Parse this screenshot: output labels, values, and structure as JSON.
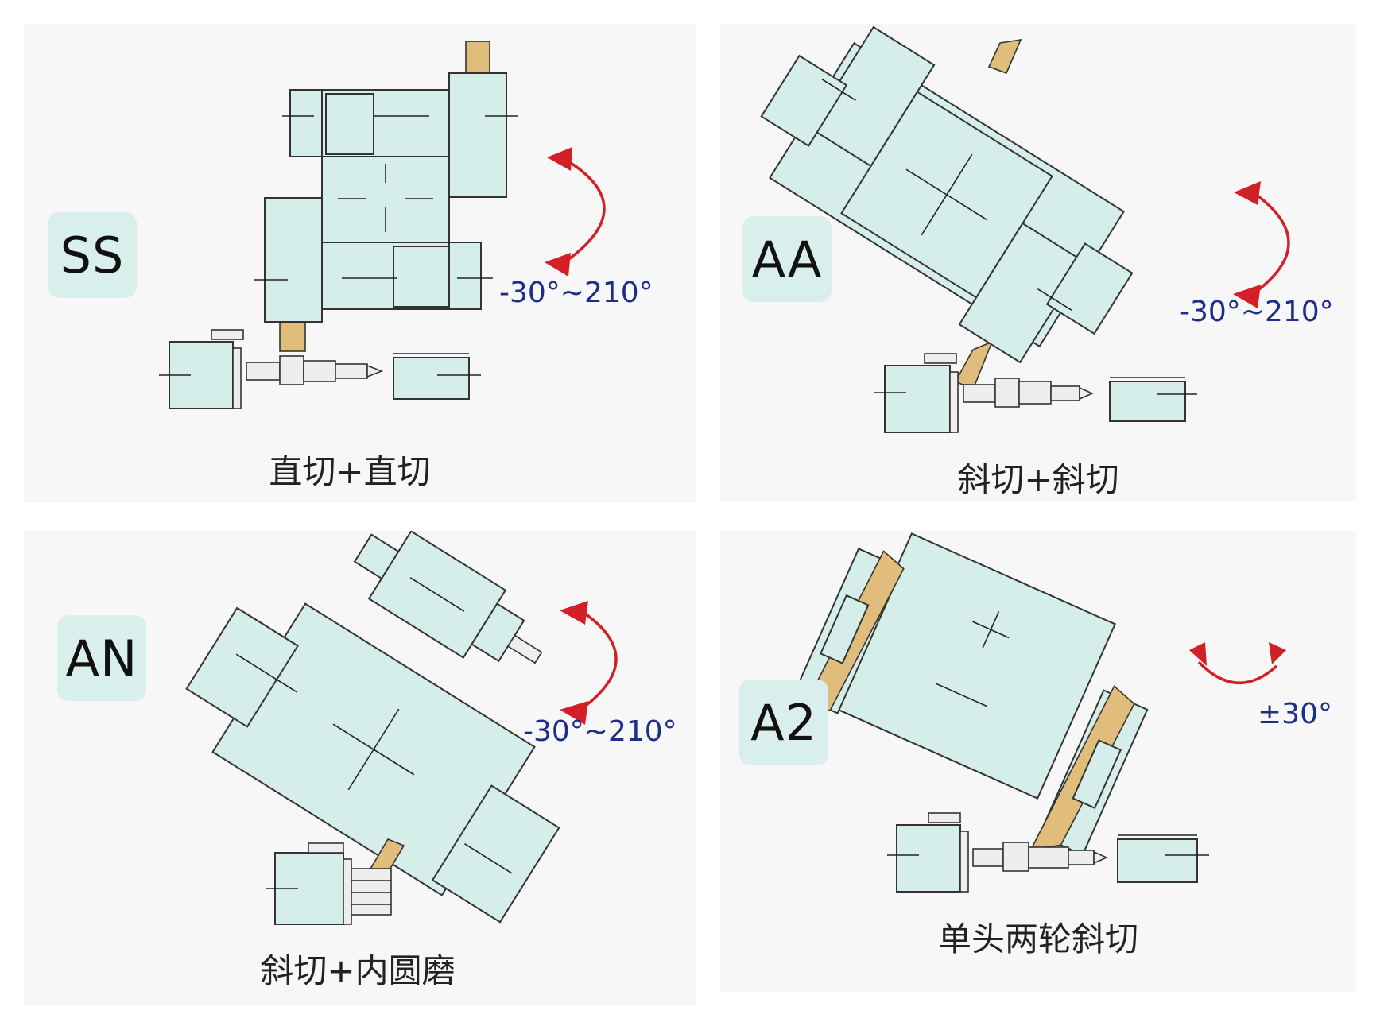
{
  "panels": [
    {
      "code": "SS",
      "caption": "直切+直切",
      "range": "-30°~210°"
    },
    {
      "code": "AA",
      "caption": "斜切+斜切",
      "range": "-30°~210°"
    },
    {
      "code": "AN",
      "caption": "斜切+内圆磨",
      "range": "-30°~210°"
    },
    {
      "code": "A2",
      "caption": "单头两轮斜切",
      "range": "±30°"
    }
  ],
  "colors": {
    "machine_fill": "#d6eeea",
    "wheel_fill": "#e0bd7a",
    "arrow": "#d31f26",
    "range_text": "#1d2e8a",
    "badge_bg": "#d9efec"
  }
}
